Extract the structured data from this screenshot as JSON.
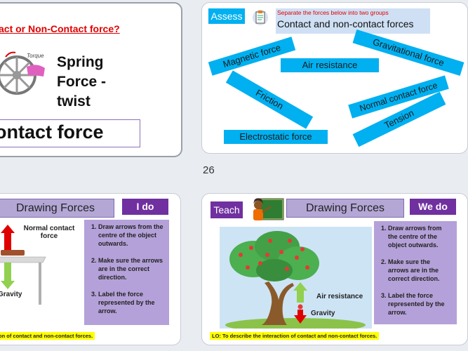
{
  "slide_top_left": {
    "question": "act or Non-Contact force?",
    "torque_label": "Torque",
    "title_lines": [
      "Spring",
      "Force -",
      "twist"
    ],
    "answer": "ontact force"
  },
  "slide_top_right": {
    "assess_tag": "Assess",
    "instruction": "Separate the forces below into two groups",
    "heading": "Contact and non-contact forces",
    "forces": [
      "Magnetic force",
      "Gravitational force",
      "Air resistance",
      "Friction",
      "Normal contact force",
      "Tension",
      "Electrostatic force"
    ]
  },
  "page_number": "26",
  "slide_bottom_left": {
    "title": "Drawing Forces",
    "mode_tag": "I do",
    "label_top": "Normal contact force",
    "label_bottom": "Gravity",
    "steps": [
      "Draw arrows from the centre of the object outwards.",
      "Make sure the arrows are in the correct direction.",
      "Label the force represented by the arrow."
    ],
    "lo": "on of contact and non-contact forces."
  },
  "slide_bottom_right": {
    "teach_tag": "Teach",
    "title": "Drawing Forces",
    "mode_tag": "We do",
    "label_air": "Air resistance",
    "label_gravity": "Gravity",
    "steps": [
      "Draw arrows from the centre of the object outwards.",
      "Make sure the arrows are in the correct direction.",
      "Label the force represented by the arrow."
    ],
    "lo": "LO: To describe the interaction of contact and non-contact forces."
  },
  "colors": {
    "cyan": "#00b0f0",
    "purple": "#7030a0",
    "lilac": "#b4a7d6",
    "red": "#e00000",
    "green": "#92d050"
  }
}
